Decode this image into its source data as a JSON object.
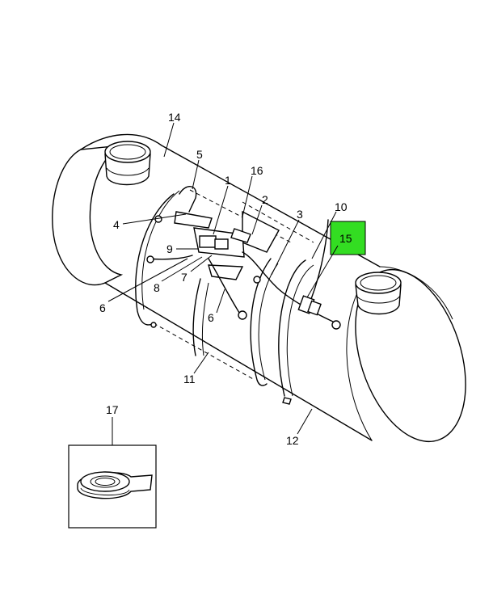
{
  "callouts": {
    "c1": "1",
    "c2": "2",
    "c3": "3",
    "c4": "4",
    "c5": "5",
    "c6a": "6",
    "c6b": "6",
    "c7": "7",
    "c8": "8",
    "c9": "9",
    "c10": "10",
    "c11": "11",
    "c12": "12",
    "c14": "14",
    "c15": "15",
    "c16": "16",
    "c17": "17"
  },
  "colors": {
    "highlight": "#33dd22",
    "line": "#000000",
    "background": "#ffffff"
  }
}
